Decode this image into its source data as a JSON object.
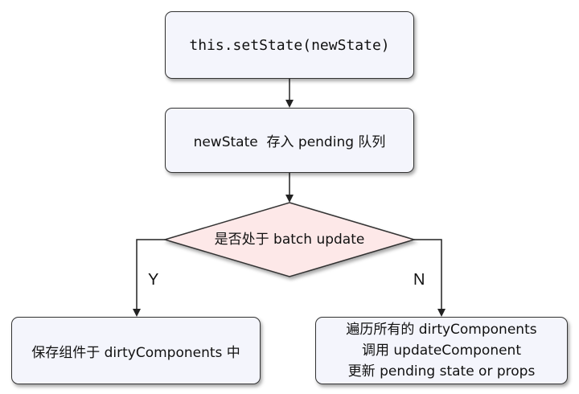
{
  "nodes": {
    "set_state": "this.setState(newState)",
    "pending_queue": "newState  存入 pending 队列",
    "decision": "是否处于 batch update",
    "save_dirty": "保存组件于 dirtyComponents 中",
    "process_lines": [
      "遍历所有的 dirtyComponents",
      "调用 updateComponent",
      "更新 pending state or props"
    ]
  },
  "edges": {
    "yes_label": "Y",
    "no_label": "N"
  },
  "colors": {
    "box_fill": "#f4f5fc",
    "diamond_fill": "#fde8e8",
    "stroke": "#333333"
  }
}
